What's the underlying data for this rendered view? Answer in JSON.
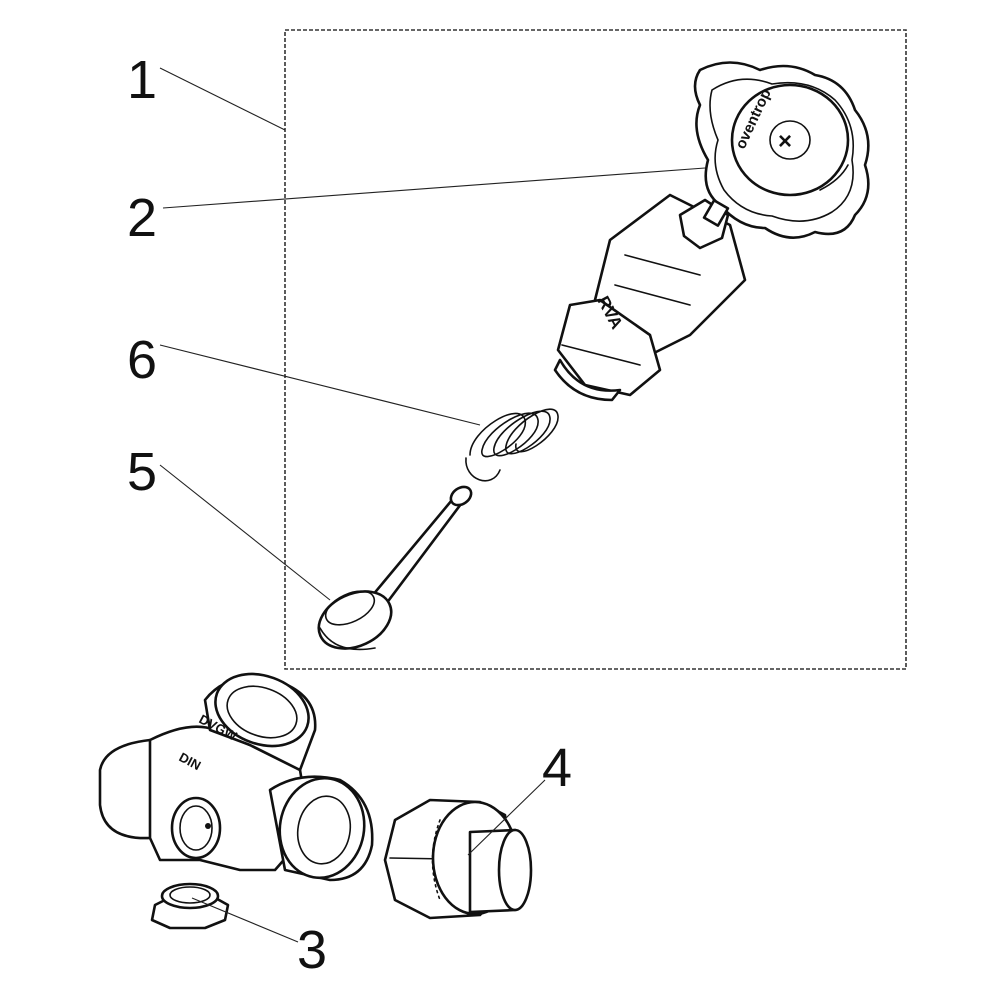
{
  "callouts": [
    {
      "id": "1",
      "label": "1"
    },
    {
      "id": "2",
      "label": "2"
    },
    {
      "id": "3",
      "label": "3"
    },
    {
      "id": "4",
      "label": "4"
    },
    {
      "id": "5",
      "label": "5"
    },
    {
      "id": "6",
      "label": "6"
    }
  ],
  "markings": {
    "handwheel_brand": "oventrop",
    "bonnet_code": "RVA",
    "body_mark_1": "DVGW",
    "body_mark_2": "DIN"
  },
  "colors": {
    "line": "#111111",
    "background": "#ffffff"
  }
}
